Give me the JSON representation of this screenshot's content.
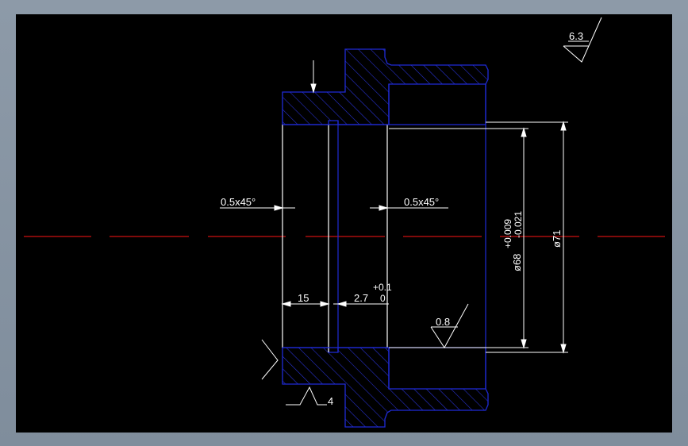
{
  "drawing": {
    "background_color": "#000000",
    "frame_color": "#8898a8",
    "part_outline_color": "#1f2bd6",
    "hatch_color": "#2a34e0",
    "dimension_color": "#ffffff",
    "centerline_color": "#cc1111"
  },
  "labels": {
    "roughness_top": "6.3",
    "roughness_bore": "0.8",
    "roughness_bottom": "4",
    "chamfer_left": "0.5x45°",
    "chamfer_right": "0.5x45°",
    "dim_length": "15",
    "dim_groove": "2.7",
    "dim_groove_upper_tol": "+0.1",
    "dim_groove_lower_tol": "0",
    "dim_outer_diameter": "ø71",
    "dim_bore_diameter": "ø68",
    "dim_bore_upper_tol": "+0.009",
    "dim_bore_lower_tol": "-0.021"
  }
}
